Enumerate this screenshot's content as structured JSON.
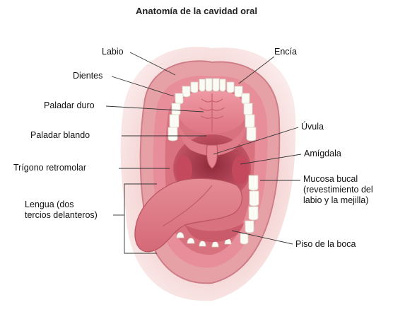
{
  "title": "Anatomía de la cavidad oral",
  "labels": {
    "labio": "Labio",
    "encia": "Encía",
    "dientes": "Dientes",
    "paladar_duro": "Paladar duro",
    "uvula": "Úvula",
    "paladar_blando": "Paladar blando",
    "amigdala": "Amígdala",
    "trigono": "Trígono retromolar",
    "mucosa_l1": "Mucosa bucal",
    "mucosa_l2": "(revestimiento del",
    "mucosa_l3": "labio y la mejilla)",
    "lengua_l1": "Lengua (dos",
    "lengua_l2": "tercios delanteros)",
    "piso": "Piso de la boca"
  },
  "colors": {
    "lip": "#e6a1a7",
    "lip_edge": "#cf7e88",
    "gum": "#e88e9a",
    "palate": "#e57f8d",
    "throat": "#b94255",
    "tongue": "#d9707c",
    "tooth": "#fbfbf6",
    "leader": "#333333"
  }
}
